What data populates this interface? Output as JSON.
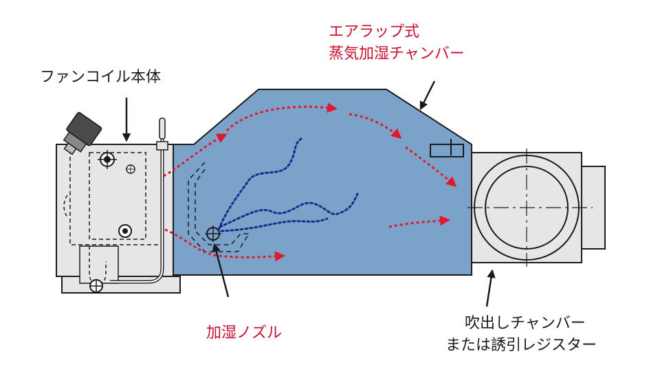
{
  "labels": {
    "fancoil_unit": "ファンコイル本体",
    "chamber_line1": "エアラップ式",
    "chamber_line2": "蒸気加湿チャンバー",
    "nozzle": "加湿ノズル",
    "outlet_line1": "吹出しチャンバー",
    "outlet_line2": "または誘引レジスター"
  },
  "colors": {
    "label_red": "#c8102e",
    "label_black": "#1a1a1a",
    "chamber_fill": "#7ba3c9",
    "unit_fill": "#e6e6e6",
    "airflow_arrow": "#e0182d",
    "steam_line": "#1a2a8c"
  }
}
